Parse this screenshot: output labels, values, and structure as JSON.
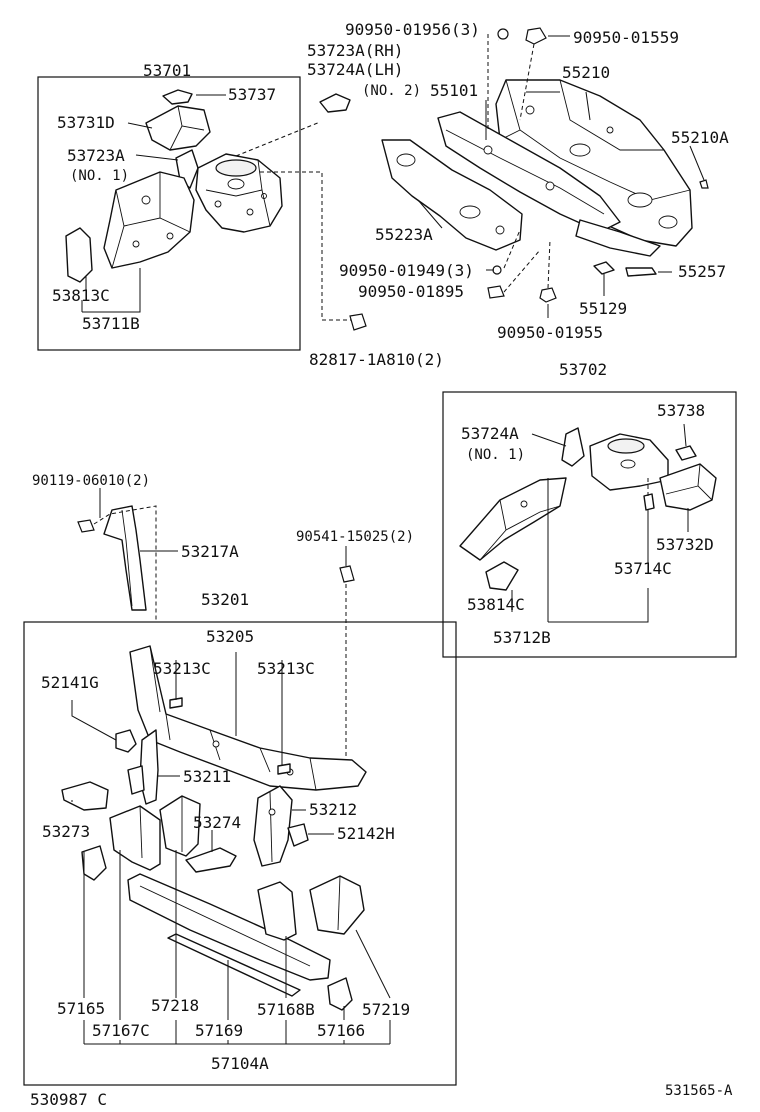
{
  "labels": {
    "p53701": "53701",
    "p53737": "53737",
    "p53731d": "53731D",
    "p53723a_l": "53723A",
    "no1_a": "(NO. 1)",
    "p53813c": "53813C",
    "p53711b": "53711B",
    "f90950_01956": "90950-01956(3)",
    "f90950_01559": "90950-01559",
    "p53723a_rh": "53723A(RH)",
    "p53724a_lh": "53724A(LH)",
    "no2": "(NO. 2)",
    "p55101": "55101",
    "p55210": "55210",
    "p55210a": "55210A",
    "p55223a": "55223A",
    "f90950_01949": "90950-01949(3)",
    "f90950_01895": "90950-01895",
    "f90950_01955": "90950-01955",
    "p55129": "55129",
    "p55257": "55257",
    "f82817": "82817-1A810(2)",
    "p53702": "53702",
    "p53724a_r": "53724A",
    "no1_b": "(NO. 1)",
    "p53738": "53738",
    "p53732d": "53732D",
    "p53714c": "53714C",
    "p53814c": "53814C",
    "p53712b": "53712B",
    "f90119": "90119-06010(2)",
    "p53217a": "53217A",
    "f90541": "90541-15025(2)",
    "p53201": "53201",
    "p53205": "53205",
    "p53213c_a": "53213C",
    "p53213c_b": "53213C",
    "p52141g": "52141G",
    "p53211": "53211",
    "p53212": "53212",
    "p52142h": "52142H",
    "p53273": "53273",
    "p53274": "53274",
    "p57165": "57165",
    "p57218": "57218",
    "p57168b": "57168B",
    "p57219": "57219",
    "p57167c": "57167C",
    "p57169": "57169",
    "p57166": "57166",
    "p57104a": "57104A",
    "ref_left": "530987 C",
    "ref_right": "531565-A"
  }
}
